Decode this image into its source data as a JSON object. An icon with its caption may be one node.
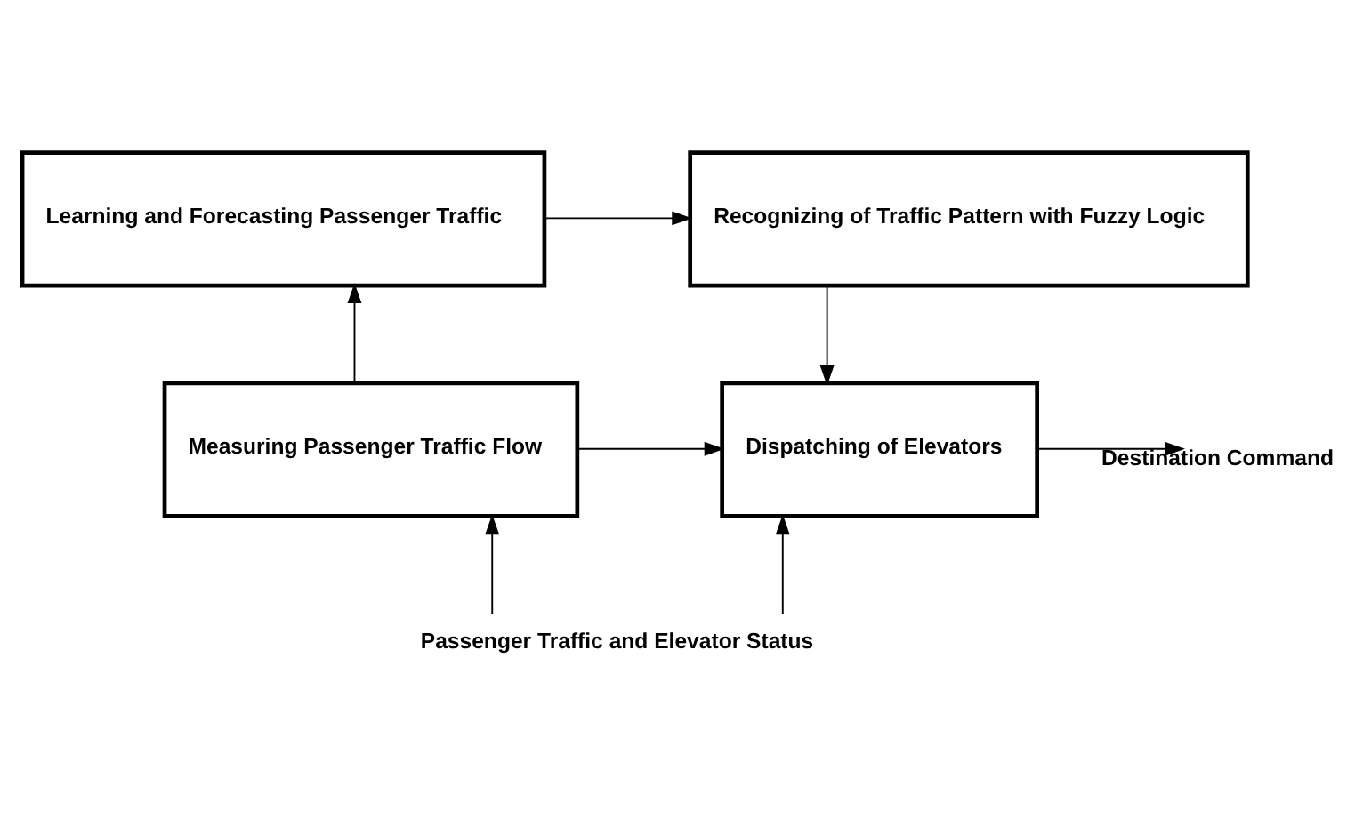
{
  "diagram": {
    "nodes": [
      {
        "text": [
          "Learning and Forecasting Passenger Traffic"
        ]
      },
      {
        "text": [
          "Recognizing of Traffic Pattern with Fuzzy Logic"
        ]
      },
      {
        "text": [
          "Measuring Passenger Traffic Flow"
        ]
      },
      {
        "text": [
          "Dispatching of Elevators"
        ]
      },
      {
        "text": [
          "Passenger Traffic and Elevator Status"
        ]
      }
    ],
    "edges": [
      {
        "from": 2,
        "to": 0,
        "arrow": "to"
      },
      {
        "from": 0,
        "to": 1,
        "arrow": "to"
      },
      {
        "from": 1,
        "to": 3,
        "arrow": "to"
      },
      {
        "from": 2,
        "to": 3,
        "arrow": "to"
      },
      {
        "from": 4,
        "to": 2,
        "arrow": "to"
      },
      {
        "from": 4,
        "to": 3,
        "arrow": "to"
      },
      {
        "from": 3,
        "to": null,
        "arrow": "to",
        "label": "Destination Command"
      }
    ]
  }
}
